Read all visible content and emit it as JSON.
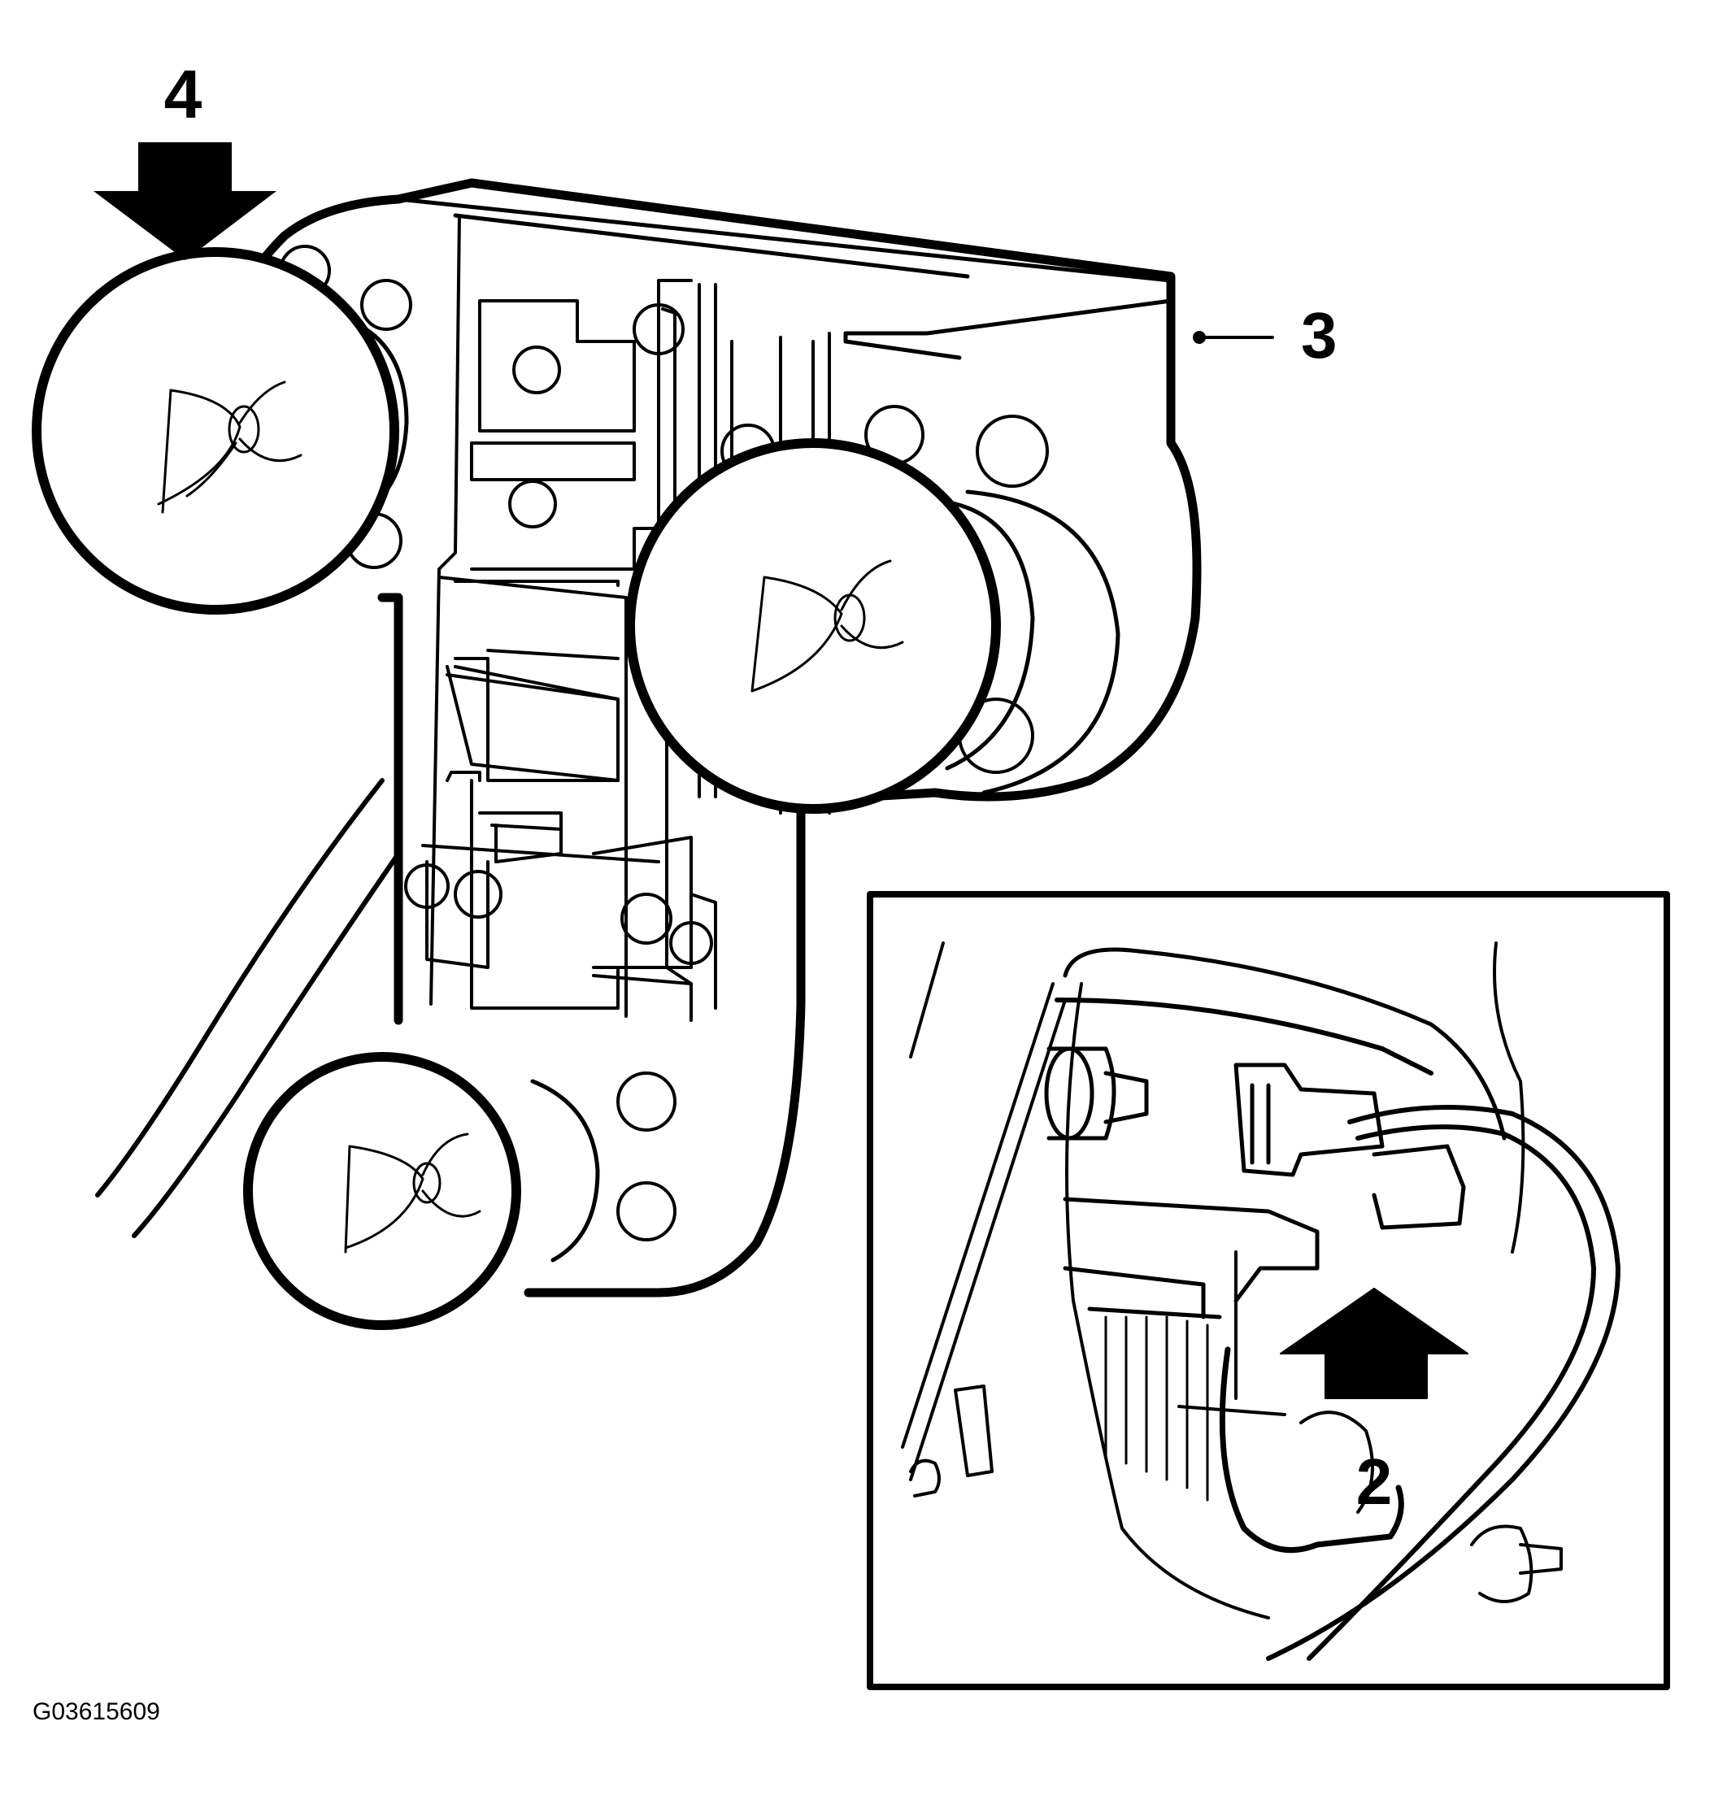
{
  "callouts": {
    "arrow_4": "4",
    "leader_3": "3",
    "arrow_2": "2"
  },
  "figure_id": "G03615609",
  "colors": {
    "ink": "#000000",
    "paper": "#ffffff"
  }
}
